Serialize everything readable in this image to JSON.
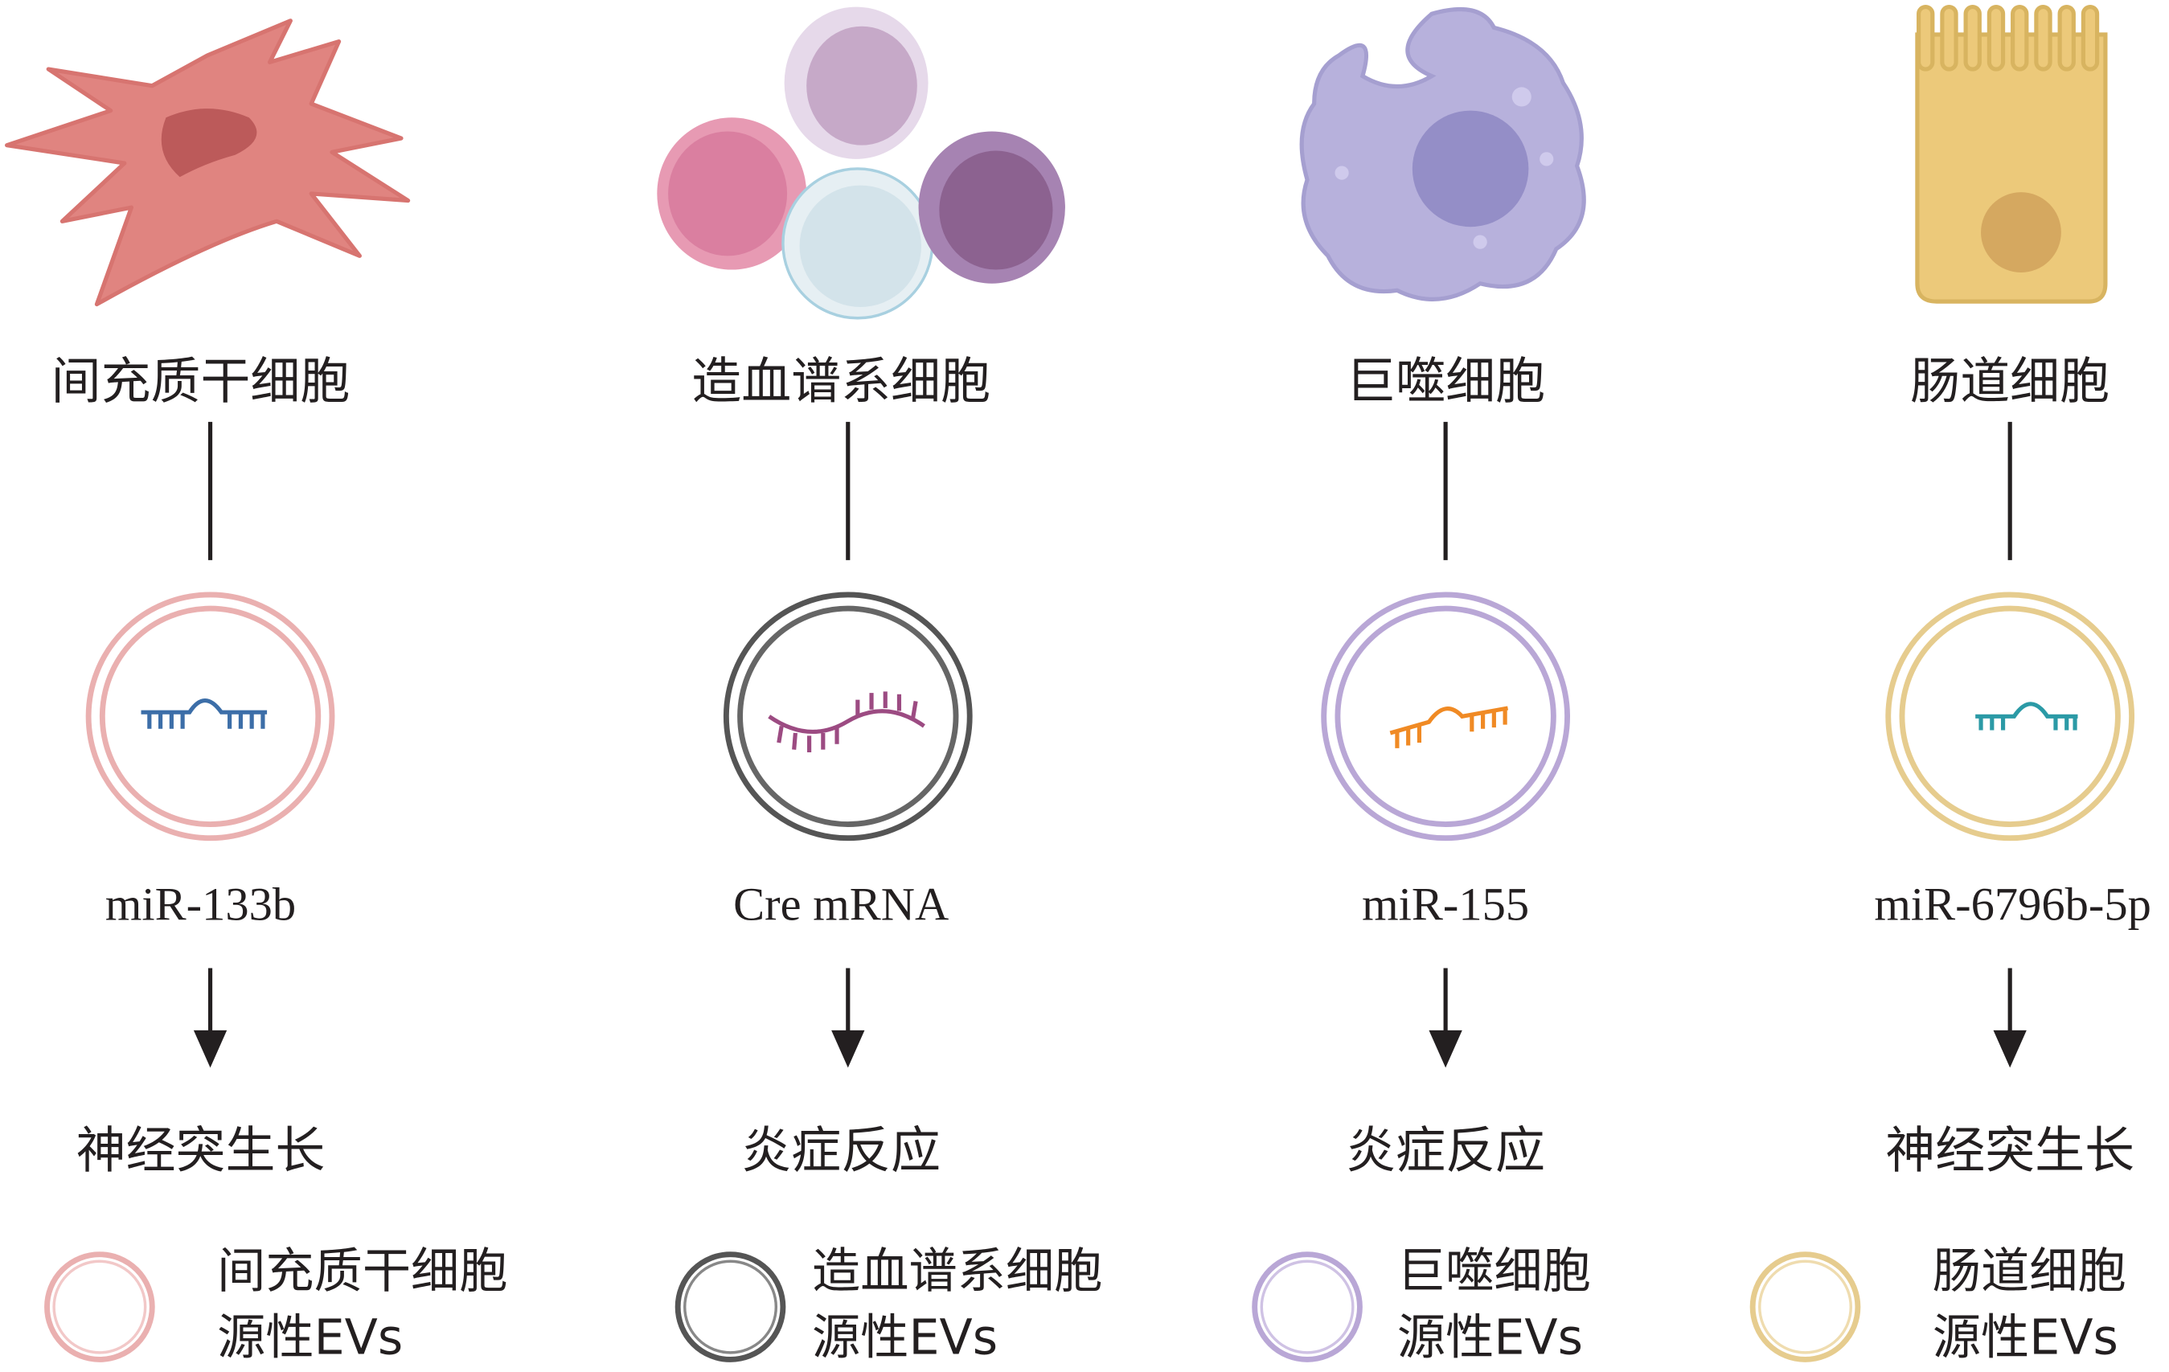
{
  "columns": [
    {
      "cell": "间充质干细胞",
      "cargo": "miR-133b",
      "effect": "神经突生长",
      "color": "#e8a4a4"
    },
    {
      "cell": "造血谱系细胞",
      "cargo": "Cre mRNA",
      "effect": "炎症反应",
      "color": "#6e6e6e"
    },
    {
      "cell": "巨噬细胞",
      "cargo": "miR-155",
      "effect": "炎症反应",
      "color": "#b9a7d6"
    },
    {
      "cell": "肠道细胞",
      "cargo": "miR-6796b-5p",
      "effect": "神经突生长",
      "color": "#ecd49a"
    }
  ],
  "legend": [
    {
      "line1": "间充质干细胞",
      "line2": "源性EVs"
    },
    {
      "line1": "造血谱系细胞",
      "line2": "源性EVs"
    },
    {
      "line1": "巨噬细胞",
      "line2": "源性EVs"
    },
    {
      "line1": "肠道细胞",
      "line2": "源性EVs"
    }
  ]
}
